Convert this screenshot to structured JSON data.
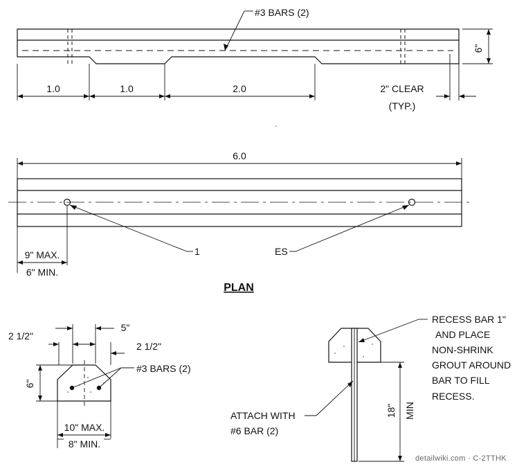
{
  "elevation": {
    "callout_bars": "#3 BARS (2)",
    "dim_height": "6\"",
    "dim_seg1": "1.0",
    "dim_seg2": "1.0",
    "dim_seg3": "2.0",
    "dim_clear": "2\" CLEAR",
    "dim_clear_typ": "(TYP.)"
  },
  "plan": {
    "dim_overall": "6.0",
    "callout_left": "1",
    "callout_right": "ES",
    "dim_max": "9\" MAX.",
    "dim_min": "6\" MIN.",
    "title": "PLAN"
  },
  "section": {
    "dim_left": "2 1/2\"",
    "dim_center": "5\"",
    "dim_right": "2 1/2\"",
    "dim_height": "6\"",
    "callout_bars": "#3 BARS (2)",
    "dim_top_max": "10\" MAX.",
    "dim_bottom_min": "8\" MIN."
  },
  "install": {
    "note_lines": [
      "RECESS BAR 1\"",
      "AND  PLACE",
      "NON-SHRINK",
      "GROUT AROUND",
      "BAR TO FILL",
      "RECESS."
    ],
    "attach_lines": [
      "ATTACH WITH",
      "#6 BAR (2)"
    ],
    "dim_depth": "18\"",
    "dim_depth_suffix": "MIN"
  },
  "watermark": "detailwiki.com · C-2TTHK"
}
